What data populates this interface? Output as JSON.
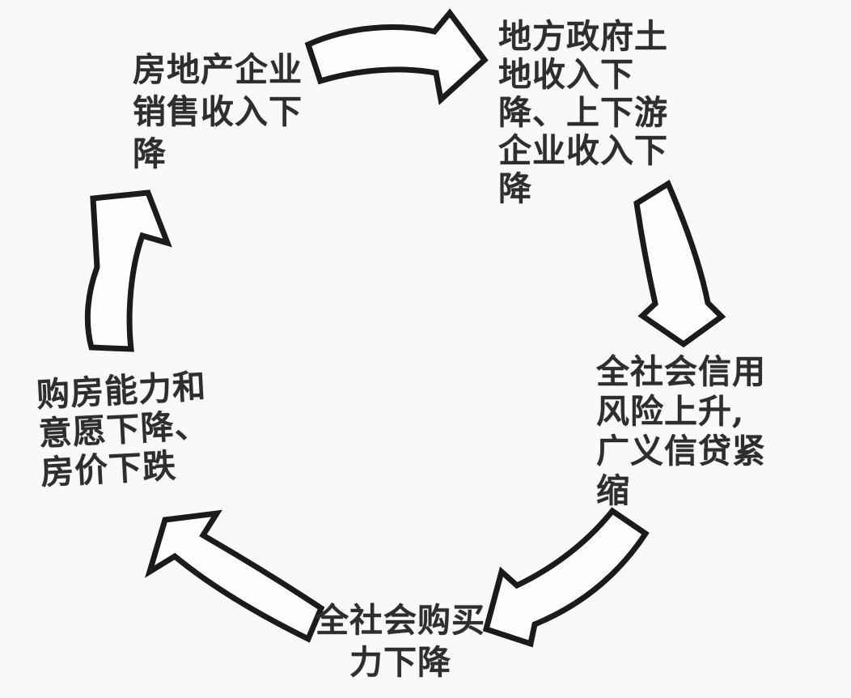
{
  "diagram": {
    "type": "cycle",
    "background_color": "#faf9f7",
    "text_color": "#2e2e2e",
    "arrow_stroke_color": "#1b1b1b",
    "arrow_fill_color": "#fdfdfc",
    "nodes": [
      {
        "id": "real-estate-sales-decline",
        "text": "房地产企业\n销售收入下\n降"
      },
      {
        "id": "govt-land-income-decline",
        "text": "地方政府土\n地收入下\n降、上下游\n企业收入下\n降"
      },
      {
        "id": "credit-risk-rise",
        "text": "全社会信用\n风险上升,\n广义信贷紧\n缩"
      },
      {
        "id": "purchasing-power-decline",
        "text": "全社会购买\n力下降"
      },
      {
        "id": "home-buying-willingness-decline",
        "text": "购房能力和\n意愿下降、\n房价下跌"
      }
    ],
    "arrows": [
      {
        "name": "arrow-top",
        "from": "real-estate-sales-decline",
        "to": "govt-land-income-decline",
        "direction": "right"
      },
      {
        "name": "arrow-right",
        "from": "govt-land-income-decline",
        "to": "credit-risk-rise",
        "direction": "down"
      },
      {
        "name": "arrow-bottom-right",
        "from": "credit-risk-rise",
        "to": "purchasing-power-decline",
        "direction": "down-left"
      },
      {
        "name": "arrow-bottom-left",
        "from": "purchasing-power-decline",
        "to": "home-buying-willingness-decline",
        "direction": "up-left"
      },
      {
        "name": "arrow-left",
        "from": "home-buying-willingness-decline",
        "to": "real-estate-sales-decline",
        "direction": "up-right"
      }
    ]
  }
}
